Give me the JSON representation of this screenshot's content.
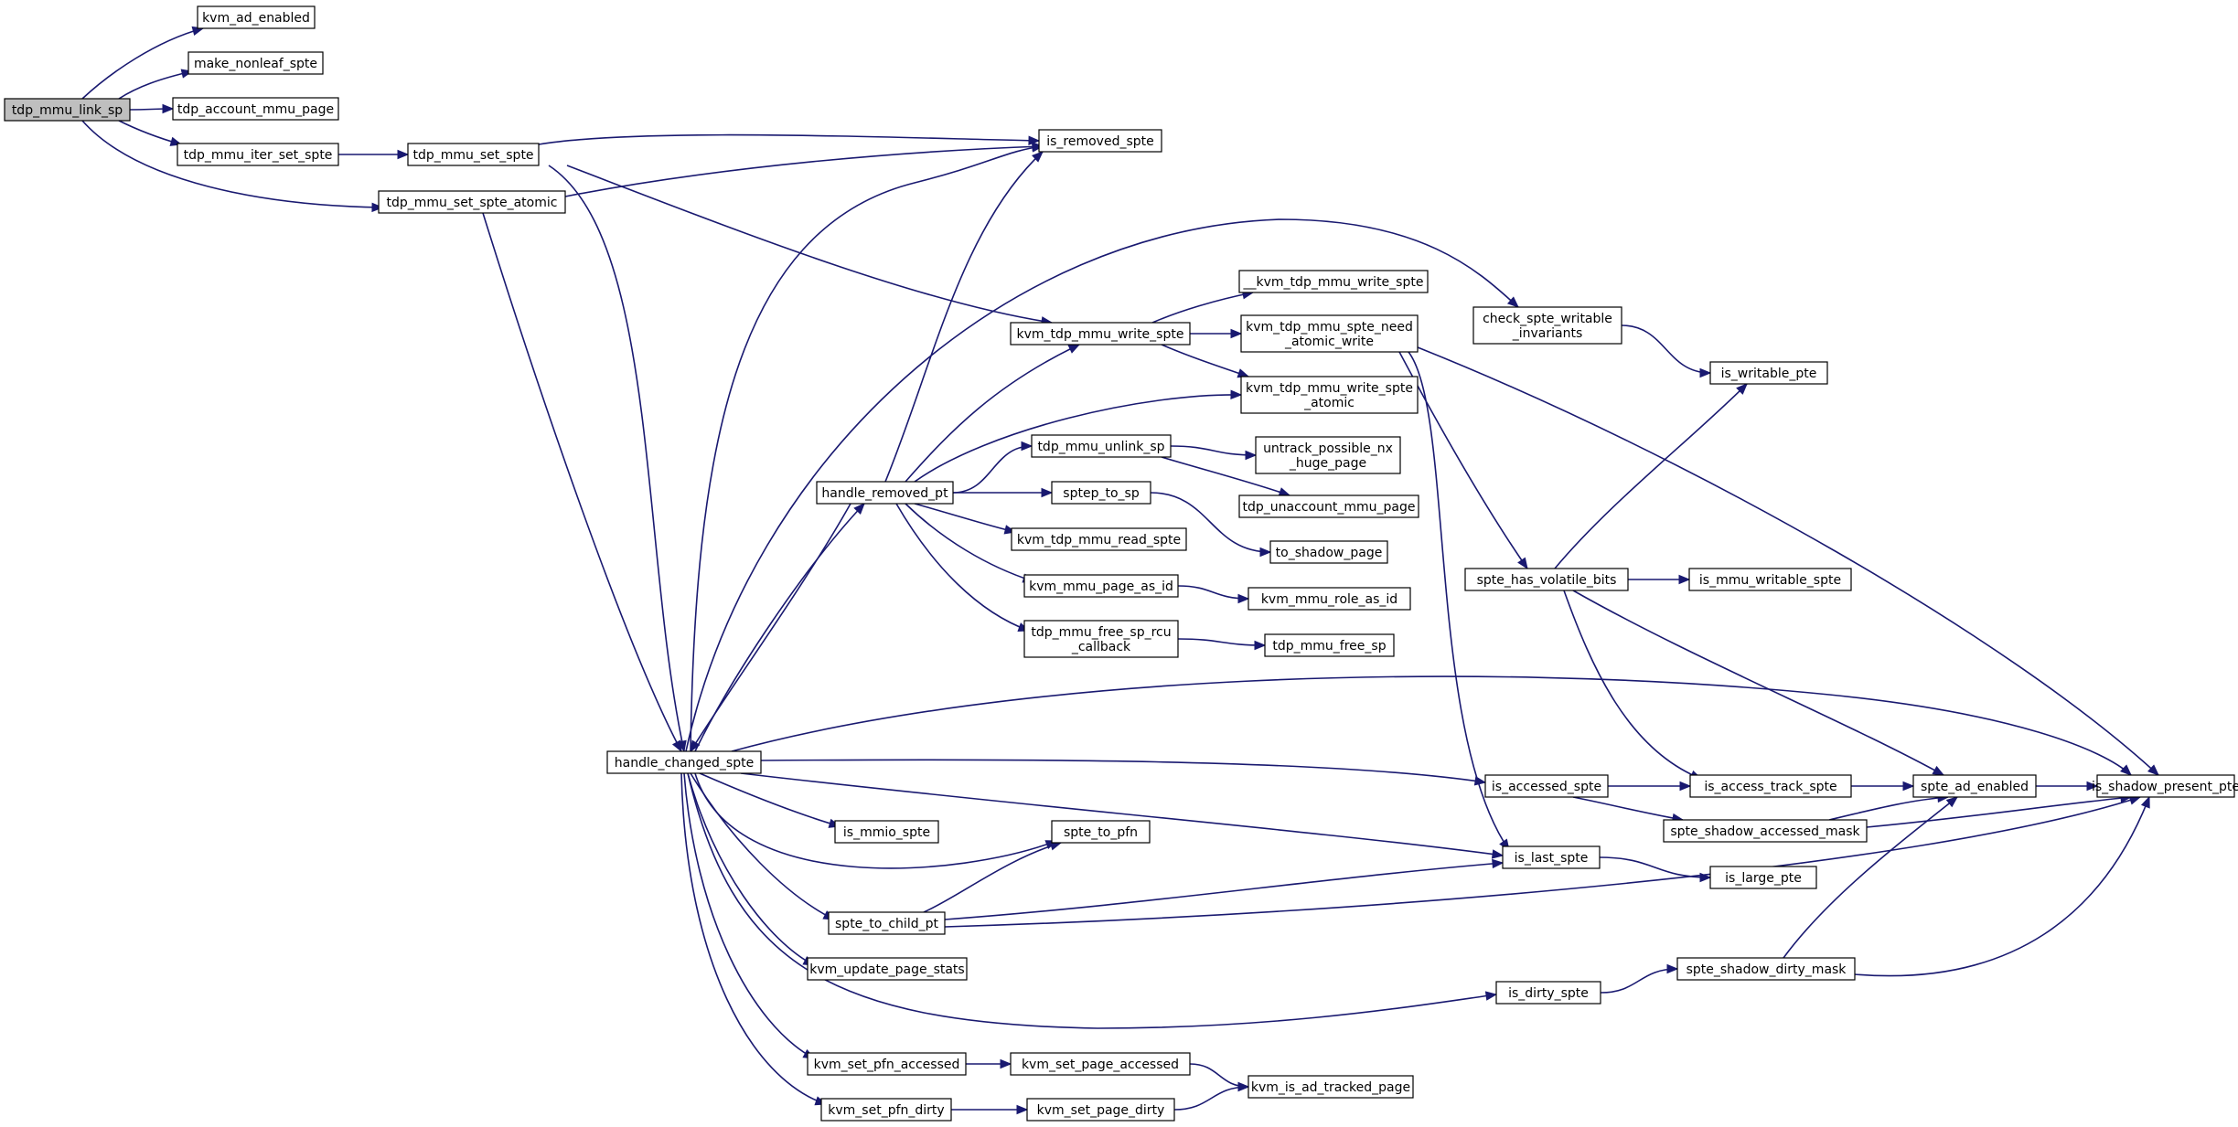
{
  "nodes": [
    {
      "id": "tdp_mmu_link_sp",
      "lines": [
        "tdp_mmu_link_sp"
      ],
      "root": true
    },
    {
      "id": "kvm_ad_enabled",
      "lines": [
        "kvm_ad_enabled"
      ]
    },
    {
      "id": "make_nonleaf_spte",
      "lines": [
        "make_nonleaf_spte"
      ]
    },
    {
      "id": "tdp_account_mmu_page",
      "lines": [
        "tdp_account_mmu_page"
      ]
    },
    {
      "id": "tdp_mmu_iter_set_spte",
      "lines": [
        "tdp_mmu_iter_set_spte"
      ]
    },
    {
      "id": "tdp_mmu_set_spte",
      "lines": [
        "tdp_mmu_set_spte"
      ]
    },
    {
      "id": "tdp_mmu_set_spte_atomic",
      "lines": [
        "tdp_mmu_set_spte_atomic"
      ]
    },
    {
      "id": "is_removed_spte",
      "lines": [
        "is_removed_spte"
      ]
    },
    {
      "id": "__kvm_tdp_mmu_write_spte",
      "lines": [
        "__kvm_tdp_mmu_write_spte"
      ]
    },
    {
      "id": "kvm_tdp_mmu_write_spte",
      "lines": [
        "kvm_tdp_mmu_write_spte"
      ]
    },
    {
      "id": "kvm_tdp_mmu_spte_need_atomic_write",
      "lines": [
        "kvm_tdp_mmu_spte_need",
        "_atomic_write"
      ]
    },
    {
      "id": "kvm_tdp_mmu_write_spte_atomic",
      "lines": [
        "kvm_tdp_mmu_write_spte",
        "_atomic"
      ]
    },
    {
      "id": "check_spte_writable_invariants",
      "lines": [
        "check_spte_writable",
        "_invariants"
      ]
    },
    {
      "id": "is_writable_pte",
      "lines": [
        "is_writable_pte"
      ]
    },
    {
      "id": "tdp_mmu_unlink_sp",
      "lines": [
        "tdp_mmu_unlink_sp"
      ]
    },
    {
      "id": "untrack_possible_nx_huge_page",
      "lines": [
        "untrack_possible_nx",
        "_huge_page"
      ]
    },
    {
      "id": "tdp_unaccount_mmu_page",
      "lines": [
        "tdp_unaccount_mmu_page"
      ]
    },
    {
      "id": "handle_removed_pt",
      "lines": [
        "handle_removed_pt"
      ]
    },
    {
      "id": "sptep_to_sp",
      "lines": [
        "sptep_to_sp"
      ]
    },
    {
      "id": "to_shadow_page",
      "lines": [
        "to_shadow_page"
      ]
    },
    {
      "id": "kvm_tdp_mmu_read_spte",
      "lines": [
        "kvm_tdp_mmu_read_spte"
      ]
    },
    {
      "id": "kvm_mmu_page_as_id",
      "lines": [
        "kvm_mmu_page_as_id"
      ]
    },
    {
      "id": "kvm_mmu_role_as_id",
      "lines": [
        "kvm_mmu_role_as_id"
      ]
    },
    {
      "id": "tdp_mmu_free_sp_rcu_callback",
      "lines": [
        "tdp_mmu_free_sp_rcu",
        "_callback"
      ]
    },
    {
      "id": "tdp_mmu_free_sp",
      "lines": [
        "tdp_mmu_free_sp"
      ]
    },
    {
      "id": "spte_has_volatile_bits",
      "lines": [
        "spte_has_volatile_bits"
      ]
    },
    {
      "id": "is_mmu_writable_spte",
      "lines": [
        "is_mmu_writable_spte"
      ]
    },
    {
      "id": "handle_changed_spte",
      "lines": [
        "handle_changed_spte"
      ]
    },
    {
      "id": "is_accessed_spte",
      "lines": [
        "is_accessed_spte"
      ]
    },
    {
      "id": "is_access_track_spte",
      "lines": [
        "is_access_track_spte"
      ]
    },
    {
      "id": "spte_ad_enabled",
      "lines": [
        "spte_ad_enabled"
      ]
    },
    {
      "id": "is_shadow_present_pte",
      "lines": [
        "is_shadow_present_pte"
      ]
    },
    {
      "id": "spte_shadow_accessed_mask",
      "lines": [
        "spte_shadow_accessed_mask"
      ]
    },
    {
      "id": "is_mmio_spte",
      "lines": [
        "is_mmio_spte"
      ]
    },
    {
      "id": "spte_to_pfn",
      "lines": [
        "spte_to_pfn"
      ]
    },
    {
      "id": "is_last_spte",
      "lines": [
        "is_last_spte"
      ]
    },
    {
      "id": "is_large_pte",
      "lines": [
        "is_large_pte"
      ]
    },
    {
      "id": "spte_to_child_pt",
      "lines": [
        "spte_to_child_pt"
      ]
    },
    {
      "id": "kvm_update_page_stats",
      "lines": [
        "kvm_update_page_stats"
      ]
    },
    {
      "id": "spte_shadow_dirty_mask",
      "lines": [
        "spte_shadow_dirty_mask"
      ]
    },
    {
      "id": "is_dirty_spte",
      "lines": [
        "is_dirty_spte"
      ]
    },
    {
      "id": "kvm_set_pfn_accessed",
      "lines": [
        "kvm_set_pfn_accessed"
      ]
    },
    {
      "id": "kvm_set_page_accessed",
      "lines": [
        "kvm_set_page_accessed"
      ]
    },
    {
      "id": "kvm_is_ad_tracked_page",
      "lines": [
        "kvm_is_ad_tracked_page"
      ]
    },
    {
      "id": "kvm_set_pfn_dirty",
      "lines": [
        "kvm_set_pfn_dirty"
      ]
    },
    {
      "id": "kvm_set_page_dirty",
      "lines": [
        "kvm_set_page_dirty"
      ]
    }
  ],
  "edges": [
    [
      "tdp_mmu_link_sp",
      "kvm_ad_enabled"
    ],
    [
      "tdp_mmu_link_sp",
      "make_nonleaf_spte"
    ],
    [
      "tdp_mmu_link_sp",
      "tdp_account_mmu_page"
    ],
    [
      "tdp_mmu_link_sp",
      "tdp_mmu_iter_set_spte"
    ],
    [
      "tdp_mmu_link_sp",
      "tdp_mmu_set_spte_atomic"
    ],
    [
      "tdp_mmu_iter_set_spte",
      "tdp_mmu_set_spte"
    ],
    [
      "tdp_mmu_set_spte",
      "is_removed_spte"
    ],
    [
      "tdp_mmu_set_spte",
      "kvm_tdp_mmu_write_spte"
    ],
    [
      "tdp_mmu_set_spte",
      "handle_changed_spte"
    ],
    [
      "tdp_mmu_set_spte_atomic",
      "is_removed_spte"
    ],
    [
      "tdp_mmu_set_spte_atomic",
      "handle_changed_spte"
    ],
    [
      "kvm_tdp_mmu_write_spte",
      "__kvm_tdp_mmu_write_spte"
    ],
    [
      "kvm_tdp_mmu_write_spte",
      "kvm_tdp_mmu_spte_need_atomic_write"
    ],
    [
      "kvm_tdp_mmu_write_spte",
      "kvm_tdp_mmu_write_spte_atomic"
    ],
    [
      "kvm_tdp_mmu_spte_need_atomic_write",
      "spte_has_volatile_bits"
    ],
    [
      "kvm_tdp_mmu_spte_need_atomic_write",
      "is_shadow_present_pte"
    ],
    [
      "kvm_tdp_mmu_spte_need_atomic_write",
      "is_last_spte"
    ],
    [
      "check_spte_writable_invariants",
      "is_writable_pte"
    ],
    [
      "handle_removed_pt",
      "is_removed_spte"
    ],
    [
      "handle_removed_pt",
      "kvm_tdp_mmu_write_spte"
    ],
    [
      "handle_removed_pt",
      "kvm_tdp_mmu_write_spte_atomic"
    ],
    [
      "handle_removed_pt",
      "tdp_mmu_unlink_sp"
    ],
    [
      "handle_removed_pt",
      "sptep_to_sp"
    ],
    [
      "handle_removed_pt",
      "kvm_tdp_mmu_read_spte"
    ],
    [
      "handle_removed_pt",
      "kvm_mmu_page_as_id"
    ],
    [
      "handle_removed_pt",
      "tdp_mmu_free_sp_rcu_callback"
    ],
    [
      "handle_removed_pt",
      "handle_changed_spte"
    ],
    [
      "tdp_mmu_unlink_sp",
      "untrack_possible_nx_huge_page"
    ],
    [
      "tdp_mmu_unlink_sp",
      "tdp_unaccount_mmu_page"
    ],
    [
      "sptep_to_sp",
      "to_shadow_page"
    ],
    [
      "kvm_mmu_page_as_id",
      "kvm_mmu_role_as_id"
    ],
    [
      "tdp_mmu_free_sp_rcu_callback",
      "tdp_mmu_free_sp"
    ],
    [
      "spte_has_volatile_bits",
      "is_writable_pte"
    ],
    [
      "spte_has_volatile_bits",
      "is_mmu_writable_spte"
    ],
    [
      "spte_has_volatile_bits",
      "is_access_track_spte"
    ],
    [
      "spte_has_volatile_bits",
      "spte_ad_enabled"
    ],
    [
      "handle_changed_spte",
      "handle_removed_pt"
    ],
    [
      "handle_changed_spte",
      "is_removed_spte"
    ],
    [
      "handle_changed_spte",
      "check_spte_writable_invariants"
    ],
    [
      "handle_changed_spte",
      "is_shadow_present_pte"
    ],
    [
      "handle_changed_spte",
      "is_accessed_spte"
    ],
    [
      "handle_changed_spte",
      "is_last_spte"
    ],
    [
      "handle_changed_spte",
      "is_mmio_spte"
    ],
    [
      "handle_changed_spte",
      "spte_to_pfn"
    ],
    [
      "handle_changed_spte",
      "spte_to_child_pt"
    ],
    [
      "handle_changed_spte",
      "kvm_update_page_stats"
    ],
    [
      "handle_changed_spte",
      "is_dirty_spte"
    ],
    [
      "handle_changed_spte",
      "kvm_set_pfn_accessed"
    ],
    [
      "handle_changed_spte",
      "kvm_set_pfn_dirty"
    ],
    [
      "is_accessed_spte",
      "is_access_track_spte"
    ],
    [
      "is_accessed_spte",
      "spte_shadow_accessed_mask"
    ],
    [
      "is_access_track_spte",
      "spte_ad_enabled"
    ],
    [
      "spte_ad_enabled",
      "is_shadow_present_pte"
    ],
    [
      "spte_shadow_accessed_mask",
      "spte_ad_enabled"
    ],
    [
      "spte_shadow_accessed_mask",
      "is_shadow_present_pte"
    ],
    [
      "spte_to_child_pt",
      "spte_to_pfn"
    ],
    [
      "spte_to_child_pt",
      "is_last_spte"
    ],
    [
      "spte_to_child_pt",
      "is_shadow_present_pte"
    ],
    [
      "is_last_spte",
      "is_large_pte"
    ],
    [
      "is_dirty_spte",
      "spte_shadow_dirty_mask"
    ],
    [
      "spte_shadow_dirty_mask",
      "spte_ad_enabled"
    ],
    [
      "spte_shadow_dirty_mask",
      "is_shadow_present_pte"
    ],
    [
      "kvm_set_pfn_accessed",
      "kvm_set_page_accessed"
    ],
    [
      "kvm_set_page_accessed",
      "kvm_is_ad_tracked_page"
    ],
    [
      "kvm_set_pfn_dirty",
      "kvm_set_page_dirty"
    ],
    [
      "kvm_set_page_dirty",
      "kvm_is_ad_tracked_page"
    ]
  ],
  "colors": {
    "edge": "#191970",
    "root_fill": "#bfbfbf",
    "node_fill": "#ffffff",
    "node_border": "#000000"
  }
}
